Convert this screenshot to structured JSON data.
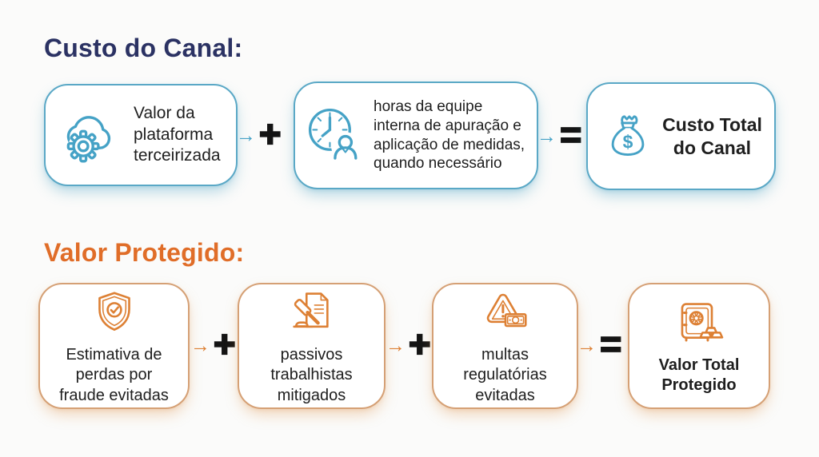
{
  "colors": {
    "blue_border": "#5aa8c6",
    "blue_icon": "#45a2c6",
    "navy_title": "#2b3263",
    "orange_border": "#d5a075",
    "orange_icon": "#dd8034",
    "orange_title": "#e06d28",
    "text": "#1e1e1e",
    "operator": "#141414",
    "background": "#fbfbfa"
  },
  "custo": {
    "title": "Custo do Canal:",
    "arrow": "→",
    "plus": "+",
    "equals": "=",
    "box1": {
      "icon": "cloud-gear-icon",
      "label": "Valor da\nplataforma\nterceirizada"
    },
    "box2": {
      "icon": "clock-person-icon",
      "label": "horas da equipe\ninterna de apuração e\naplicação de medidas,\nquando necessário"
    },
    "result": {
      "icon": "money-bag-icon",
      "label": "Custo Total\ndo Canal"
    }
  },
  "protegido": {
    "title": "Valor Protegido:",
    "arrow": "→",
    "plus": "+",
    "equals": "=",
    "box1": {
      "icon": "shield-check-icon",
      "label": "Estimativa de\nperdas por\nfraude evitadas"
    },
    "box2": {
      "icon": "gavel-document-icon",
      "label": "passivos\ntrabalhistas\nmitigados"
    },
    "box3": {
      "icon": "warning-money-icon",
      "label": "multas\nregulatórias\nevitadas"
    },
    "result": {
      "icon": "safe-gold-icon",
      "label": "Valor Total\nProtegido"
    }
  }
}
